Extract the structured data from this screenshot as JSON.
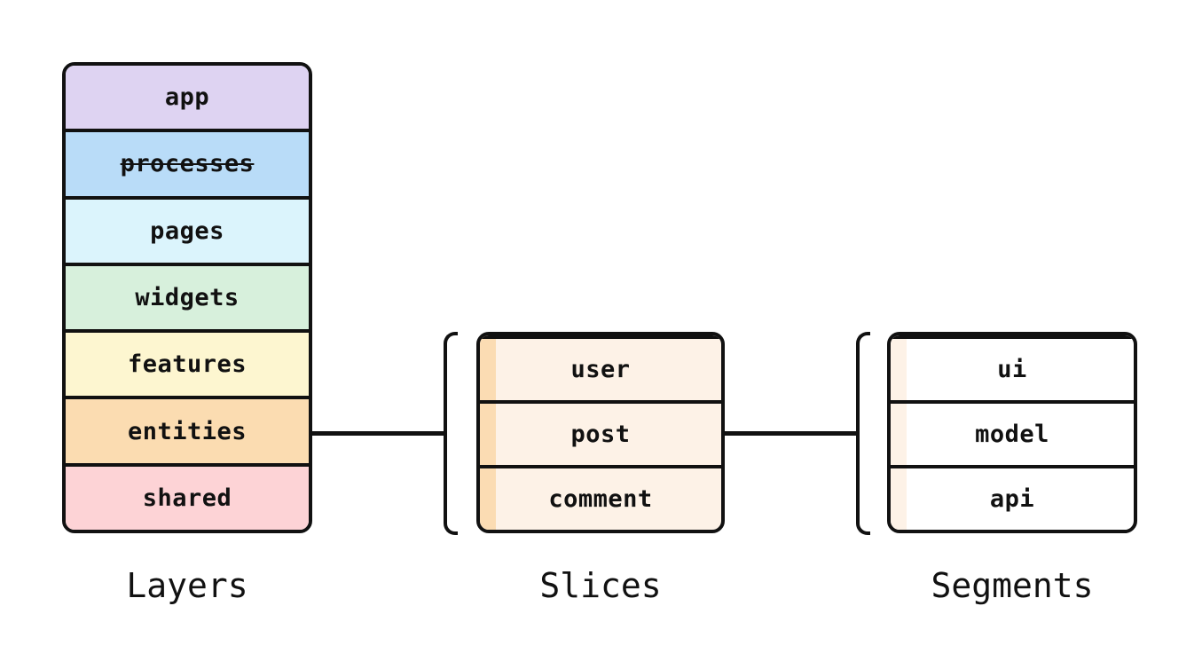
{
  "diagram": {
    "line_color": "#111111",
    "layers": {
      "caption": "Layers",
      "rows": [
        {
          "label": "app",
          "color": "#ded3f2",
          "deprecated": false
        },
        {
          "label": "processes",
          "color": "#b9dcf8",
          "deprecated": true
        },
        {
          "label": "pages",
          "color": "#dbf4fc",
          "deprecated": false
        },
        {
          "label": "widgets",
          "color": "#d7f0dc",
          "deprecated": false
        },
        {
          "label": "features",
          "color": "#fdf6d0",
          "deprecated": false
        },
        {
          "label": "entities",
          "color": "#fbdcb1",
          "deprecated": false
        },
        {
          "label": "shared",
          "color": "#fdd3d6",
          "deprecated": false
        }
      ]
    },
    "slices": {
      "caption": "Slices",
      "bg": "#fdf2e7",
      "stripe": "#fbdcb3",
      "rows": [
        {
          "label": "user"
        },
        {
          "label": "post"
        },
        {
          "label": "comment"
        }
      ]
    },
    "segments": {
      "caption": "Segments",
      "bg": "#ffffff",
      "stripe": "#fdf2e7",
      "rows": [
        {
          "label": "ui"
        },
        {
          "label": "model"
        },
        {
          "label": "api"
        }
      ]
    }
  }
}
